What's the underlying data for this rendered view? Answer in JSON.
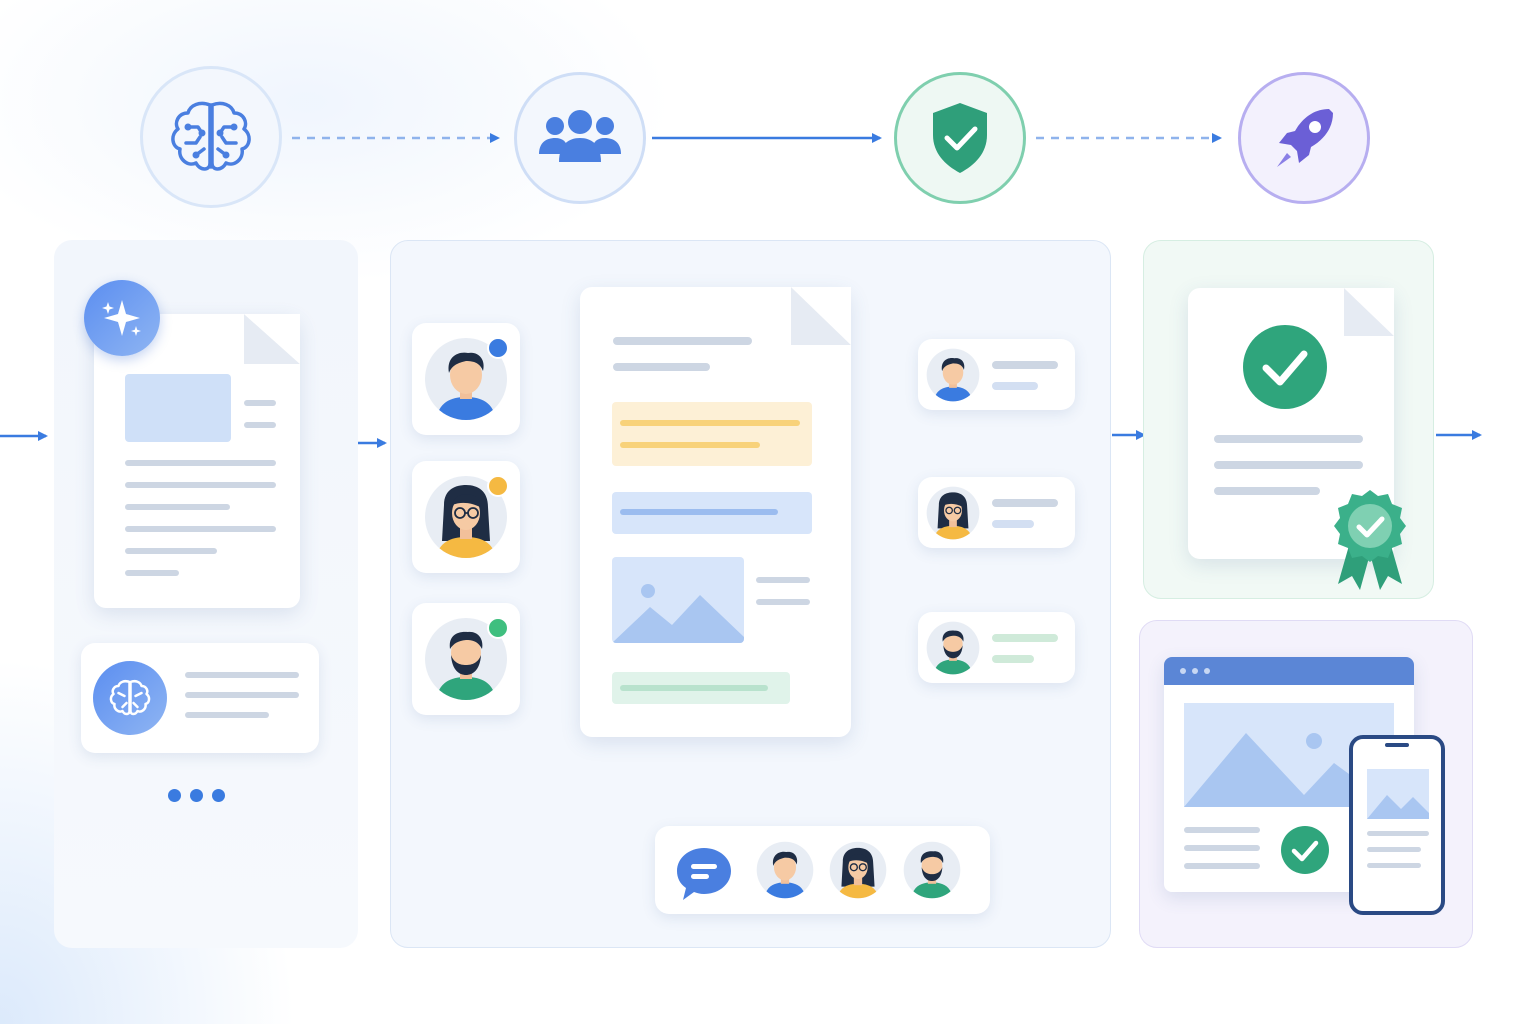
{
  "stages": [
    {
      "icon": "brain-icon",
      "color": "#4a7fe0"
    },
    {
      "icon": "users-icon",
      "color": "#4a7fe0"
    },
    {
      "icon": "shield-check-icon",
      "color": "#2f9f7a"
    },
    {
      "icon": "rocket-icon",
      "color": "#6b5fd6"
    }
  ],
  "colors": {
    "accent_blue": "#3a7be0",
    "success_green": "#2fa57c",
    "highlight_yellow": "#f5b942",
    "launch_purple": "#6b5fd6",
    "line_gray": "#cdd6e3"
  },
  "reviewers": [
    {
      "status_color": "#3a7be0",
      "link": "yellow"
    },
    {
      "status_color": "#f5b942",
      "link": "blue"
    },
    {
      "status_color": "#3fbf7f",
      "link": "green"
    }
  ],
  "pagination": {
    "dots": 3
  }
}
